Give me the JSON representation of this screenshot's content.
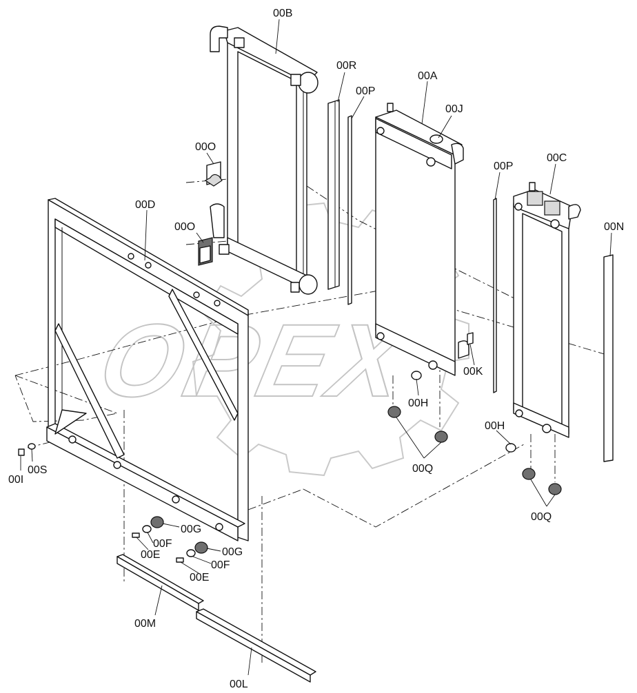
{
  "watermark": {
    "text": "OPEX"
  },
  "callouts": {
    "00B": "00B",
    "00R": "00R",
    "00P_upper": "00P",
    "00A": "00A",
    "00J": "00J",
    "00O_upper": "00O",
    "00P_lower": "00P",
    "00C": "00C",
    "00D": "00D",
    "00O_lower": "00O",
    "00N": "00N",
    "00K": "00K",
    "00H_center": "00H",
    "00H_right": "00H",
    "00Q_center": "00Q",
    "00Q_right": "00Q",
    "00S": "00S",
    "00I": "00I",
    "00G_upper": "00G",
    "00F_upper": "00F",
    "00E_upper": "00E",
    "00G_lower": "00G",
    "00F_lower": "00F",
    "00E_lower": "00E",
    "00M": "00M",
    "00L": "00L"
  }
}
